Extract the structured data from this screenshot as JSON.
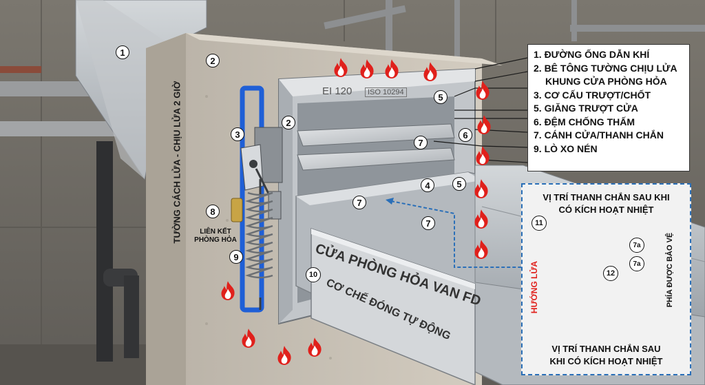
{
  "legend": [
    "1. ĐƯỜNG ỐNG DẪN KHÍ",
    "2. BÊ TÔNG TƯỜNG CHỊU LỬA",
    "KHUNG CỬA PHÒNG HỎA",
    "3. CƠ CẤU TRƯỢT/CHỐT",
    "5. GIĂNG TRƯỢT CỬA",
    "6. ĐỆM CHỐNG THẤM",
    "7. CÁNH CỬA/THANH CHẮN",
    "9. LÒ XO NÉN"
  ],
  "wall_vertical_text": "TƯỜNG CÁCH LỬA - CHỊU LỬA 2 GIỜ",
  "frame_marking": {
    "rating": "EI 120",
    "standard": "ISO 10294"
  },
  "plate": {
    "line1": "CỬA PHÒNG HỎA VAN FD",
    "line2": "CƠ CHẾ ĐÓNG TỰ ĐỘNG"
  },
  "link_label": "LIÊN KẾT PHÒNG HỎA",
  "callouts": {
    "n1": "1",
    "n2a": "2",
    "n2b": "2",
    "n3": "3",
    "n4": "4",
    "n5a": "5",
    "n5b": "5",
    "n6": "6",
    "n7a": "7",
    "n7b": "7",
    "n7c": "7",
    "n8": "8",
    "n9": "9",
    "n10": "10",
    "n11": "11",
    "n12": "12",
    "n7i1": "7a",
    "n7i2": "7a"
  },
  "inset": {
    "title_top": "VỊ TRÍ THANH CHẮN SAU KHI CÓ KÍCH HOẠT NHIỆT",
    "title_top_line1": "VỊ TRÍ THANH CHẮN SAU KHI",
    "title_top_line2": "CÓ KÍCH HOẠT NHIỆT",
    "title_bottom_line1": "VỊ TRÍ THANH CHẮN SAU",
    "title_bottom_line2": "KHI CÓ KÍCH HOẠT NHIỆT",
    "fire_direction": "HƯỚNG LỬA",
    "protected_side": "PHÍA ĐƯỢC BẢO VỆ"
  },
  "colors": {
    "fire": "#e0201b",
    "seal": "#1f5fd6",
    "concrete": "#c9c2b6",
    "duct": "#b9bec3"
  }
}
